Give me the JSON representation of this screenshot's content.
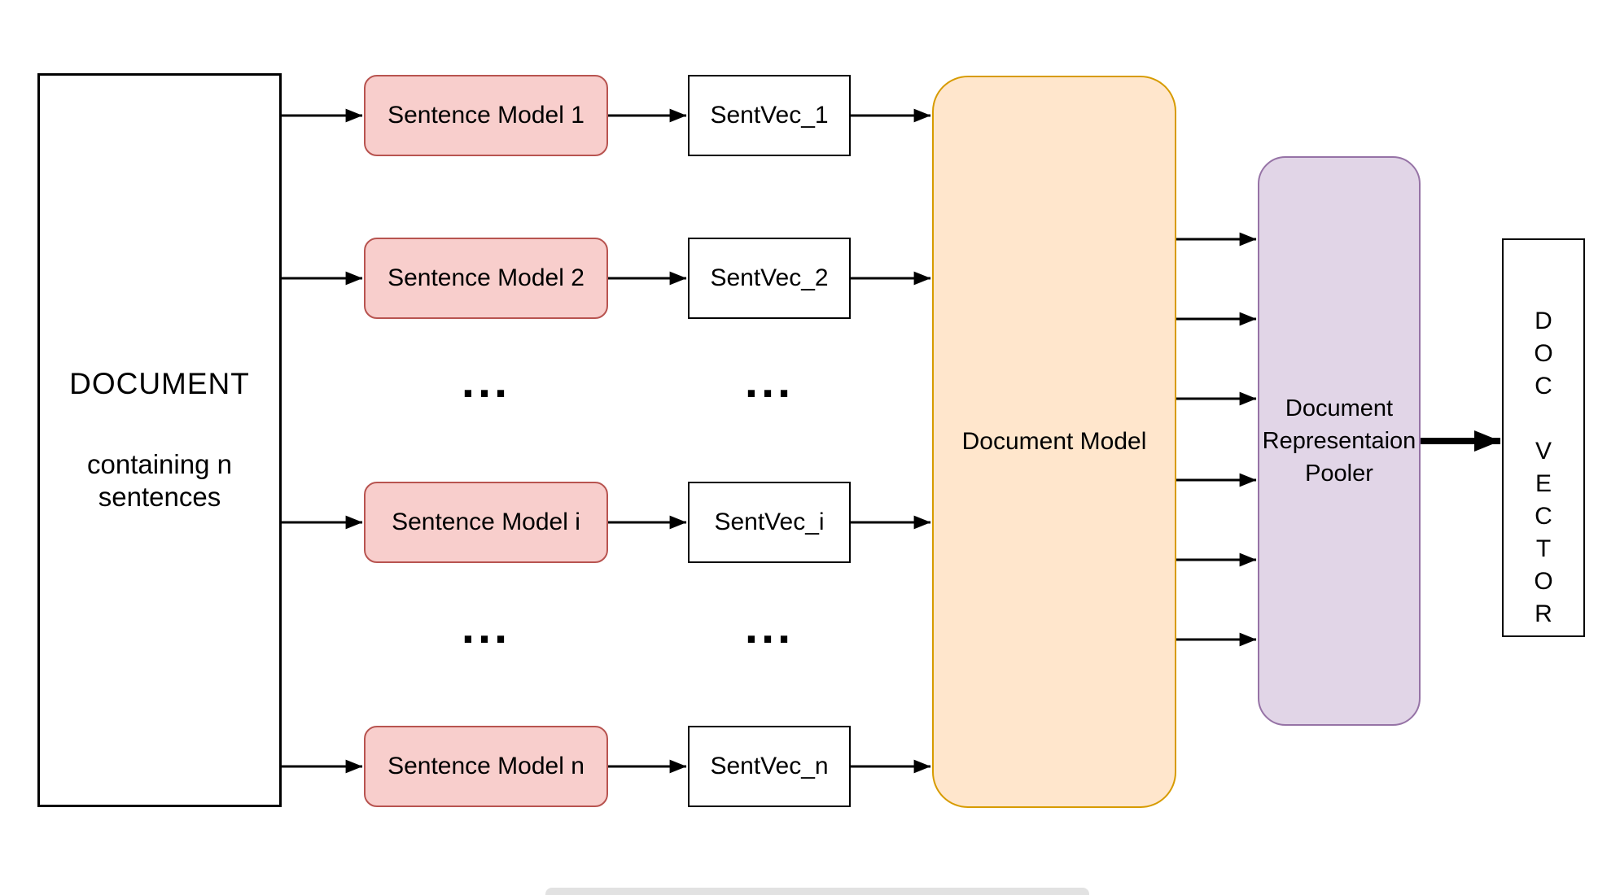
{
  "colors": {
    "background": "#ffffff",
    "pink_fill": "#f8cecc",
    "pink_border": "#b85450",
    "orange_fill": "#ffe6cc",
    "orange_border": "#d79b00",
    "purple_fill": "#e1d5e7",
    "purple_border": "#9673a6",
    "arrow": "#000000",
    "scrollbar": "#e2e2e2"
  },
  "document_box": {
    "title": "DOCUMENT",
    "subtitle_lines": [
      "containing n",
      "sentences"
    ]
  },
  "rows": [
    {
      "model_label": "Sentence Model 1",
      "vector_label": "SentVec_1"
    },
    {
      "model_label": "Sentence Model 2",
      "vector_label": "SentVec_2"
    },
    {
      "model_label": "Sentence Model i",
      "vector_label": "SentVec_i"
    },
    {
      "model_label": "Sentence Model n",
      "vector_label": "SentVec_n"
    }
  ],
  "ellipsis": "...",
  "document_model": {
    "label": "Document Model"
  },
  "pooler": {
    "label": "Document Representaion Pooler"
  },
  "doc_vector": {
    "letters": [
      "D",
      "O",
      "C",
      "",
      "V",
      "E",
      "C",
      "T",
      "O",
      "R"
    ]
  }
}
